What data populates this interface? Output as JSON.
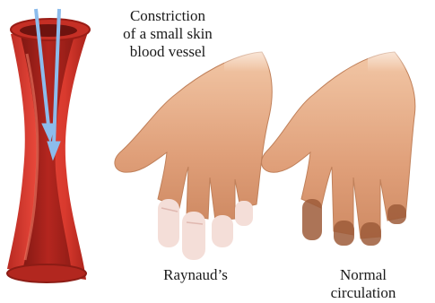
{
  "labels": {
    "vessel_line1": "Constriction",
    "vessel_line2": "of a small skin",
    "vessel_line3": "blood vessel",
    "raynaud": "Raynaud’s",
    "normal_line1": "Normal",
    "normal_line2": "circulation"
  },
  "colors": {
    "vessel_wall": "#d9342a",
    "vessel_inner": "#a8221c",
    "vessel_highlight": "#f0735f",
    "arrow": "#7fb3e6",
    "skin": "#e2a47c",
    "skin_shadow": "#c8825a",
    "pale_fingertip": "#f3dcd6",
    "normal_fingertip": "#9a5a3a"
  }
}
